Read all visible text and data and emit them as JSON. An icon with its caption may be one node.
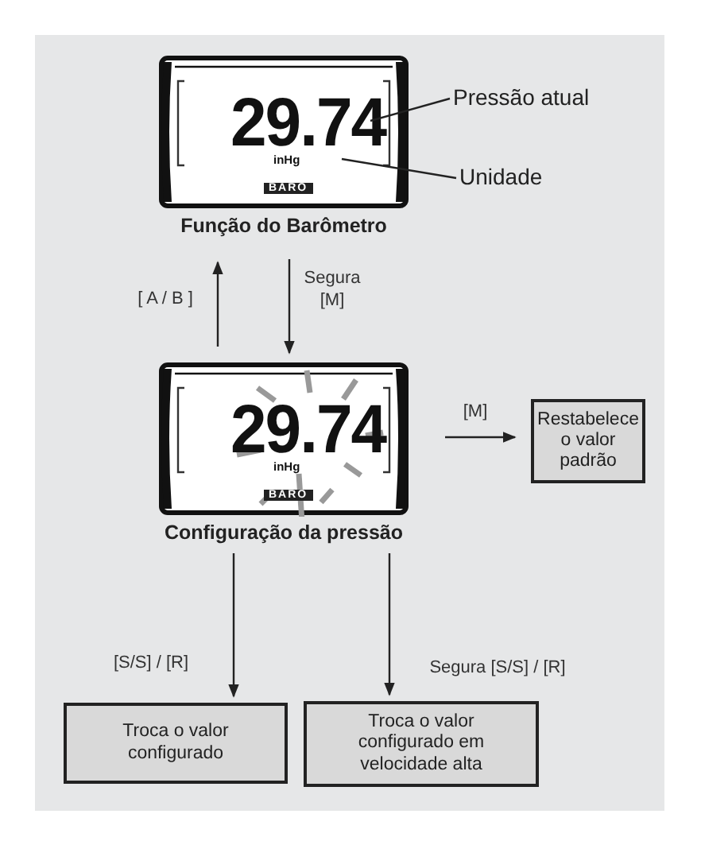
{
  "diagram": {
    "nodes": [
      {
        "text": [
          "29.74",
          "inHg",
          "BARO",
          "Função do Barômetro"
        ]
      },
      {
        "text": [
          "Pressão atual"
        ]
      },
      {
        "text": [
          "Unidade"
        ]
      },
      {
        "text": [
          "29.74",
          "inHg",
          "BARO",
          "Configuração da pressão"
        ]
      },
      {
        "text": [
          "Restabelece o valor padrão"
        ]
      },
      {
        "text": [
          "Troca o valor configurado"
        ]
      },
      {
        "text": [
          "Troca o valor configurado em velocidade alta"
        ]
      }
    ],
    "edges": [
      {
        "from": 1,
        "to": 0,
        "arrow": "none"
      },
      {
        "from": 2,
        "to": 0,
        "arrow": "none"
      },
      {
        "from": 3,
        "to": 0,
        "arrow": "to",
        "label": "[ A / B ]"
      },
      {
        "from": 0,
        "to": 3,
        "arrow": "to",
        "label": "Segura [M]"
      },
      {
        "from": 3,
        "to": 4,
        "arrow": "to",
        "label": "[M]"
      },
      {
        "from": 3,
        "to": 5,
        "arrow": "to",
        "label": "[S/S] / [R]"
      },
      {
        "from": 3,
        "to": 6,
        "arrow": "to",
        "label": "Segura [S/S] / [R]"
      }
    ]
  }
}
